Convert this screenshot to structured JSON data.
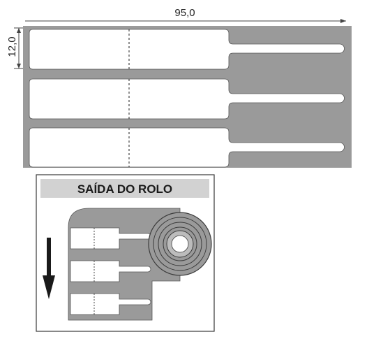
{
  "dimensions": {
    "width_label": "95,0",
    "height_label": "12,0"
  },
  "output_panel": {
    "title": "SAÍDA DO ROLO"
  },
  "colors": {
    "liner_gray": "#9a9a9a",
    "title_band": "#d2d2d2",
    "label_white": "#ffffff",
    "outline": "#3a3a3a",
    "arrow": "#1a1a1a"
  },
  "icons": {
    "direction": "arrow-down-icon",
    "roll": "label-roll-icon"
  }
}
